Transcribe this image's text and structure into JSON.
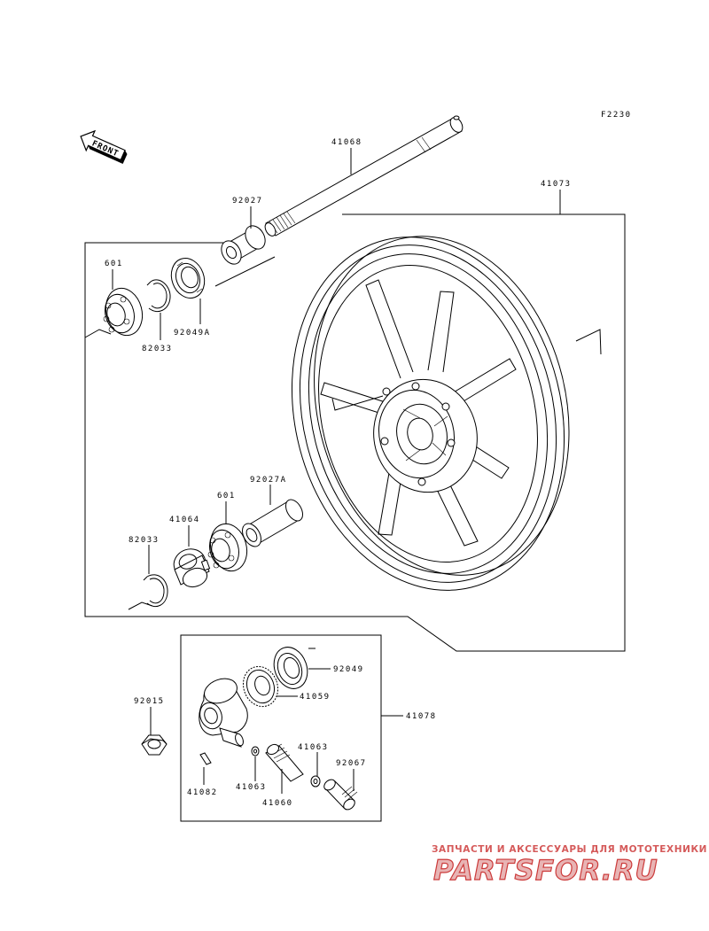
{
  "diagram": {
    "figure_code": "F2230",
    "front_label": "FRONT",
    "labels": {
      "axle": "41068",
      "wheel": "41073",
      "collar_left": "92027",
      "bearing_left": "601",
      "circlip_left": "82033",
      "seal_left": "92049A",
      "collar_right": "92027A",
      "bearing_right": "601",
      "coupling": "41064",
      "circlip_right": "82033",
      "seal_gear": "92049",
      "gear": "41059",
      "gearbox_assy": "41078",
      "nut": "92015",
      "washer_a": "41063",
      "washer_b": "41063",
      "pinion": "41060",
      "bushing": "92067",
      "pin": "41082"
    }
  },
  "watermark": {
    "tagline": "ЗАПЧАСТИ И АКСЕССУАРЫ ДЛЯ МОТОТЕХНИКИ",
    "logo": "PARTSFOR.RU"
  }
}
